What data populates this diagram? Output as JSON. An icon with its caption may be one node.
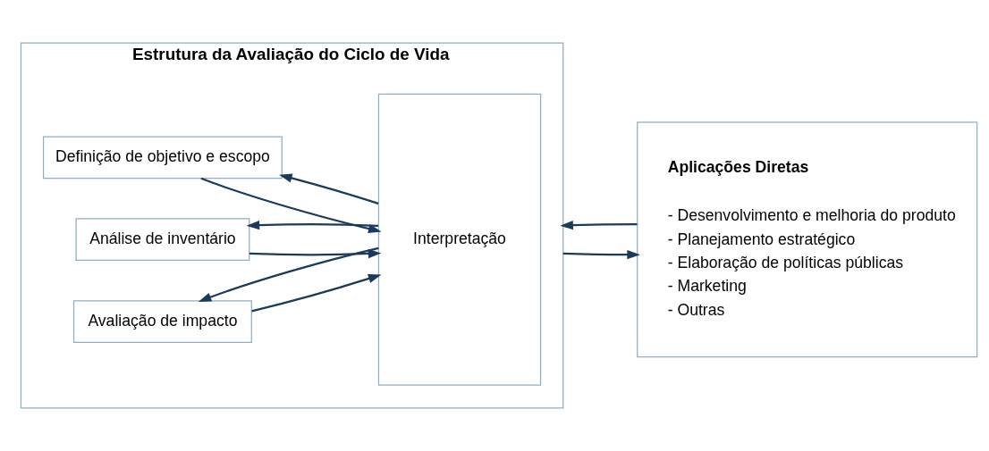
{
  "diagram": {
    "nodes": [
      {
        "text": [
          "Estrutura da Avaliação do Ciclo de Vida"
        ]
      },
      {
        "text": [
          "Definição de objetivo e escopo"
        ],
        "in": 0
      },
      {
        "text": [
          "Análise de inventário"
        ],
        "in": 0
      },
      {
        "text": [
          "Avaliação de impacto"
        ],
        "in": 0
      },
      {
        "text": [
          "Interpretação"
        ],
        "in": 0
      },
      {
        "text": [
          "Aplicações Diretas",
          "- Desenvolvimento e melhoria do produto",
          "- Planejamento estratégico",
          "- Elaboração de políticas públicas",
          "- Marketing",
          "- Outras"
        ]
      }
    ],
    "edges": [
      {
        "from": 1,
        "to": 4,
        "arrow": "to"
      },
      {
        "from": 4,
        "to": 1,
        "arrow": "to"
      },
      {
        "from": 2,
        "to": 4,
        "arrow": "to"
      },
      {
        "from": 4,
        "to": 2,
        "arrow": "to"
      },
      {
        "from": 3,
        "to": 4,
        "arrow": "to"
      },
      {
        "from": 4,
        "to": 3,
        "arrow": "to"
      },
      {
        "from": 0,
        "to": 5,
        "arrow": "to"
      },
      {
        "from": 5,
        "to": 0,
        "arrow": "to"
      }
    ]
  }
}
